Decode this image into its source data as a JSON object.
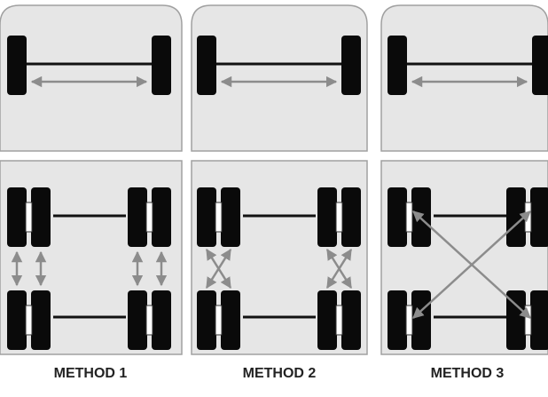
{
  "colors": {
    "panel_fill": "#e6e6e6",
    "panel_stroke": "#a0a0a0",
    "tire": "#0a0a0a",
    "axle": "#111111",
    "arrow": "#8c8c8c",
    "label": "#222222"
  },
  "diagrams": [
    {
      "label": "METHOD 1",
      "front_rotation": "left-right swap",
      "rear_rotation": "vertical front-back"
    },
    {
      "label": "METHOD 2",
      "front_rotation": "left-right swap",
      "rear_rotation": "x-cross within side"
    },
    {
      "label": "METHOD 3",
      "front_rotation": "left-right swap",
      "rear_rotation": "x-cross diagonal"
    }
  ]
}
